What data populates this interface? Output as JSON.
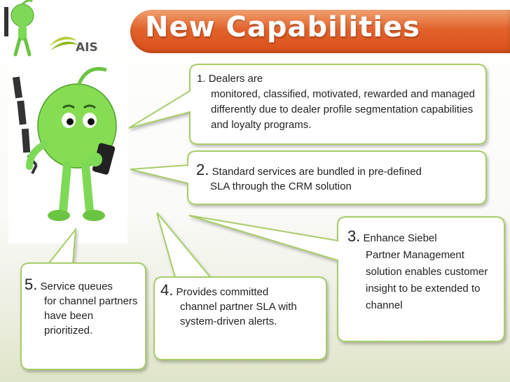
{
  "slide": {
    "title": "New Capabilities",
    "logo_text": "AIS",
    "colors": {
      "title_bar": "#e2622b",
      "mascot_green": "#7ed957",
      "bubble_border": "#a8cc6a"
    }
  },
  "items": [
    {
      "number": "1.",
      "first_line": "Dealers are",
      "rest": "monitored, classified, motivated, rewarded and managed differently due to dealer profile segmentation capabilities and loyalty programs."
    },
    {
      "number": "2.",
      "first_line": "Standard services are bundled in pre-defined",
      "rest": "SLA through the CRM solution"
    },
    {
      "number": "3.",
      "first_line": "Enhance Siebel",
      "rest": "Partner Management solution enables customer insight to be extended to channel"
    },
    {
      "number": "4.",
      "first_line": "Provides committed",
      "rest": "channel partner SLA with system-driven alerts."
    },
    {
      "number": "5.",
      "first_line": "Service queues",
      "rest": "for channel partners have been prioritized."
    }
  ]
}
